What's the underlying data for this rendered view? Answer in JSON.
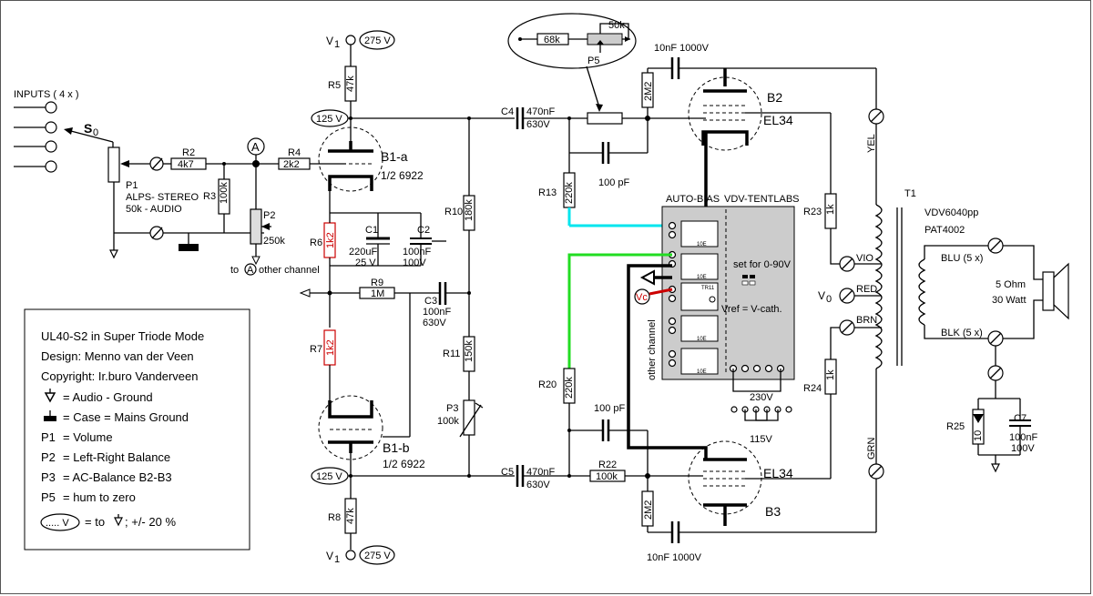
{
  "labels": {
    "inputs": "INPUTS  ( 4 x )",
    "s0": "S",
    "s0_sub": "0",
    "p1": "P1",
    "p1_desc1": "ALPS- STEREO",
    "p1_desc2": "50k - AUDIO",
    "r2": "R2",
    "r2_val": "4k7",
    "r3": "R3",
    "r3_val": "100k",
    "node_a": "A",
    "r4": "R4",
    "r4_val": "2k2",
    "p2": "P2",
    "p2_val": "250k",
    "other_ch": "to",
    "other_ch_a": "A",
    "other_ch_rest": "other channel",
    "v1_top": "V",
    "v1_sub": "1",
    "v275_top": "275 V",
    "r5": "R5",
    "r5_val": "47k",
    "v125_top": "125 V",
    "b1a": "B1-a",
    "b1a_type": "1/2 6922",
    "r6": "R6",
    "r6_val": "1k2",
    "c1": "C1",
    "c1_val": "220uF",
    "c1_volt": "25 V",
    "c2": "C2",
    "c2_val": "100nF",
    "c2_volt": "100V",
    "r9": "R9",
    "r9_val": "1M",
    "c3": "C3",
    "c3_val": "100nF",
    "c3_volt": "630V",
    "r7": "R7",
    "r7_val": "1k2",
    "b1b": "B1-b",
    "b1b_type": "1/2 6922",
    "v125_bot": "125 V",
    "r8": "R8",
    "r8_val": "47k",
    "v1_bot": "V",
    "v1_bot_sub": "1",
    "v275_bot": "275 V",
    "r10": "R10",
    "r10_val": "180k",
    "r11": "R11",
    "r11_val": "150k",
    "p3": "P3",
    "p3_val": "100k",
    "c4": "C4",
    "c4_val": "470nF",
    "c4_volt": "630V",
    "c5": "C5",
    "c5_val": "470nF",
    "c5_volt": "630V",
    "r13": "R13",
    "r13_val": "220k",
    "r20": "R20",
    "r20_val": "220k",
    "c100pf_top": "100 pF",
    "c100pf_bot": "100 pF",
    "r22": "R22",
    "r22_val": "100k",
    "p5_68k": "68k",
    "p5_50k": "50k",
    "p5": "P5",
    "c10nf_top": "10nF  1000V",
    "c10nf_bot": "10nF  1000V",
    "r_2m2_top": "2M2",
    "r_2m2_bot": "2M2",
    "b2": "B2",
    "el34_top": "EL34",
    "el34_bot": "EL34",
    "b3": "B3",
    "autobias": "AUTO-BIAS",
    "vdvtent": "VDV-TENTLABS",
    "set_for": "set for 0-90V",
    "vref": "Vref = V-cath.",
    "v230": "230V",
    "v115": "115V",
    "vc": "Vc",
    "other_channel_vert": "other channel",
    "chip_label": "10E",
    "chip_label_mid": "TR11",
    "r23": "R23",
    "r23_val": "1k",
    "r24": "R24",
    "r24_val": "1k",
    "vio": "VIO",
    "red": "RED",
    "brn": "BRN",
    "v0": "V",
    "v0_sub": "0",
    "yel": "YEL",
    "grn": "GRN",
    "t1": "T1",
    "t1_type1": "VDV6040pp",
    "t1_type2": "PAT4002",
    "blu": "BLU (5 x)",
    "blk": "BLK (5 x)",
    "spk1": "5 Ohm",
    "spk2": "30 Watt",
    "r25": "R25",
    "r25_val": "10",
    "c7": "C7",
    "c7_val": "100nF",
    "c7_volt": "100V"
  },
  "legend": {
    "title": "UL40-S2 in Super Triode Mode",
    "design": "Design: Menno van der Veen",
    "copyright": "Copyright: Ir.buro Vanderveen",
    "audio_ground": "= Audio - Ground",
    "case_ground": "= Case = Mains Ground",
    "p1": "P1",
    "p1_desc": "= Volume",
    "p2": "P2",
    "p2_desc": "= Left-Right Balance",
    "p3": "P3",
    "p3_desc": "= AC-Balance B2-B3",
    "p5": "P5",
    "p5_desc": "= hum to zero",
    "volt_sym": "..... V",
    "volt_desc": "= to",
    "volt_tol": "; +/- 20 %"
  },
  "colors": {
    "wire": "#000000",
    "cyan_wire": "#00e5ee",
    "green_wire": "#22dd22",
    "red_wire": "#cc0000",
    "autobias_board": "#cccccc",
    "resistor_red": "#cc0000"
  }
}
